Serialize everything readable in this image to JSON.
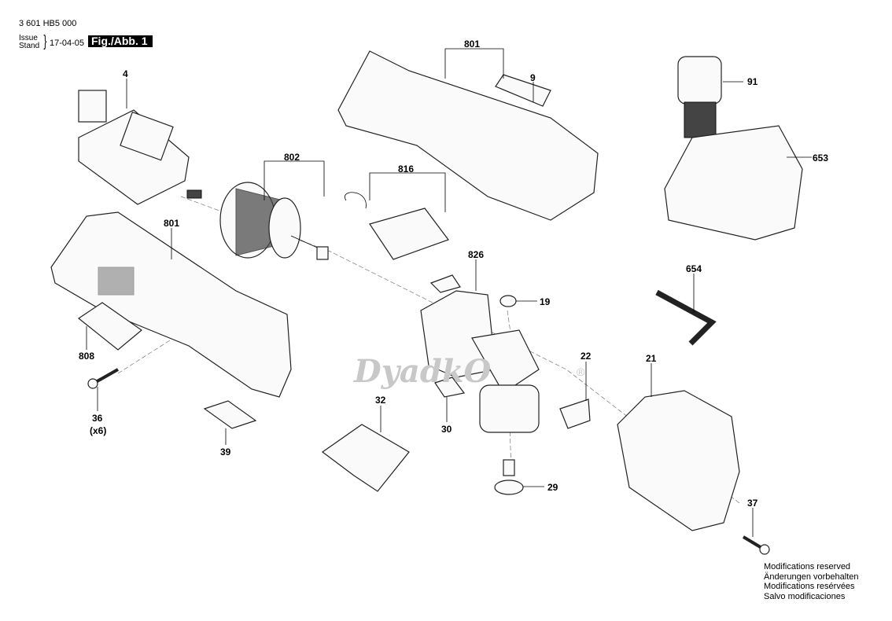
{
  "header": {
    "document_number": "3 601 HB5 000",
    "issue_label": "Issue",
    "stand_label": "Stand",
    "date": "17-04-05",
    "figure": "Fig./Abb. 1"
  },
  "watermark": {
    "text": "DyadkO",
    "symbol": "®"
  },
  "parts": {
    "p4": "4",
    "p801_top": "801",
    "p9": "9",
    "p91": "91",
    "p653": "653",
    "p802": "802",
    "p816": "816",
    "p801_left": "801",
    "p826": "826",
    "p654": "654",
    "p19": "19",
    "p808": "808",
    "p22": "22",
    "p21": "21",
    "p32": "32",
    "p36": "36",
    "p36_qty": "(x6)",
    "p30": "30",
    "p39": "39",
    "p29": "29",
    "p37": "37"
  },
  "footer": {
    "lines": [
      "Modifications reserved",
      "Änderungen vorbehalten",
      "Modifications resérvées",
      "Salvo modificaciones"
    ]
  }
}
